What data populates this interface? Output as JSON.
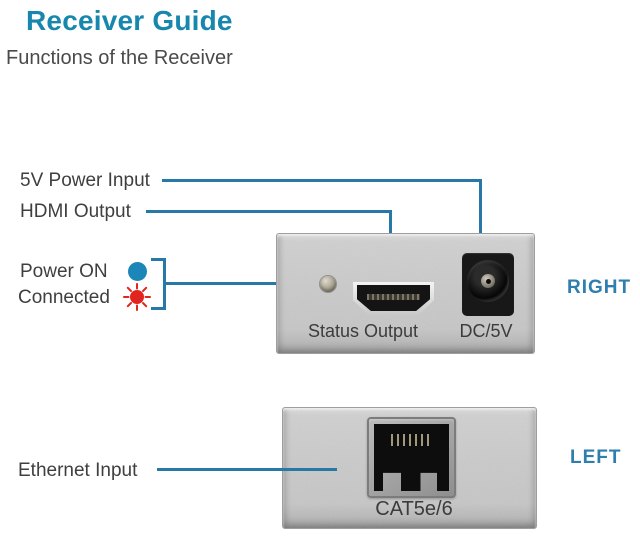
{
  "header": {
    "title": "Receiver Guide",
    "subtitle": "Functions of the Receiver"
  },
  "callouts": {
    "power_input": "5V Power Input",
    "hdmi_output": "HDMI Output",
    "power_on": "Power ON",
    "connected": "Connected",
    "ethernet_input": "Ethernet Input"
  },
  "panels": {
    "right": {
      "side_label": "RIGHT",
      "port_label": "Status Output",
      "dc_label": "DC/5V",
      "icons": [
        "status-led",
        "hdmi-port",
        "dc-jack"
      ]
    },
    "left": {
      "side_label": "LEFT",
      "port_label": "CAT5e/6",
      "icons": [
        "rj45-port"
      ]
    }
  },
  "legend": {
    "power_on_marker": "power-on-led",
    "connected_marker": "connected-blinking-led"
  },
  "colors": {
    "title_blue": "#1787ad",
    "callout_line_blue": "#2778a7",
    "side_label_blue": "#2e7eae",
    "power_led_blue": "#1d86b8",
    "connected_led_red": "#e1241f",
    "panel_silver": "#c9c9c9",
    "text_dark": "#3f3f3f"
  }
}
